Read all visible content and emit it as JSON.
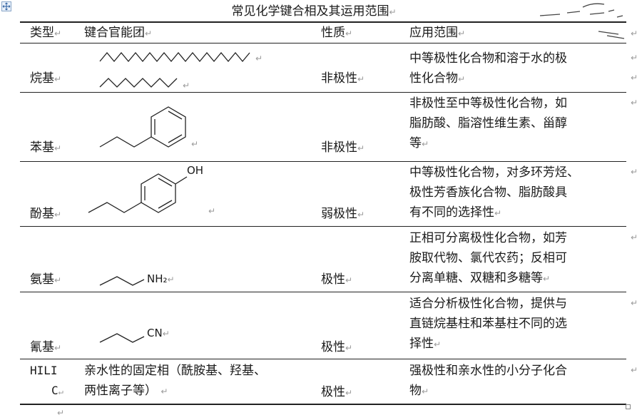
{
  "table_title": "常见化学键合相及其运用范围",
  "paragraph_mark": "↵",
  "headers": [
    "类型",
    "键合官能团",
    "性质",
    "应用范围"
  ],
  "rows": [
    {
      "type": "烷基",
      "property": "非极性",
      "application": [
        "中等极性化合物和溶于水的极",
        "性化合物"
      ]
    },
    {
      "type": "苯基",
      "property": "非极性",
      "application": [
        "非极性至中等极性化合物，如",
        "脂肪酸、脂溶性维生素、甾醇",
        "等"
      ]
    },
    {
      "type": "酚基",
      "group_label": "OH",
      "property": "弱极性",
      "application": [
        "中等极性化合物，对多环芳烃、",
        "极性芳香族化合物、脂肪酸具",
        "有不同的选择性"
      ]
    },
    {
      "type": "氨基",
      "group_label": "NH₂",
      "property": "极性",
      "application": [
        "正相可分离极性化合物，如芳",
        "胺取代物、氯代农药；反相可",
        "分离单糖、双糖和多糖等"
      ]
    },
    {
      "type": "氰基",
      "group_label": "CN",
      "property": "极性",
      "application": [
        "适合分析极性化合物，提供与",
        "直链烷基柱和苯基柱不同的选",
        "择性"
      ]
    },
    {
      "type": [
        "HILI",
        "C"
      ],
      "group_text": [
        "亲水性的固定相（酰胺基、羟基、",
        "两性离子等）"
      ],
      "property": "极性",
      "application": [
        "强极性和亲水性的小分子化合",
        "物"
      ]
    }
  ]
}
